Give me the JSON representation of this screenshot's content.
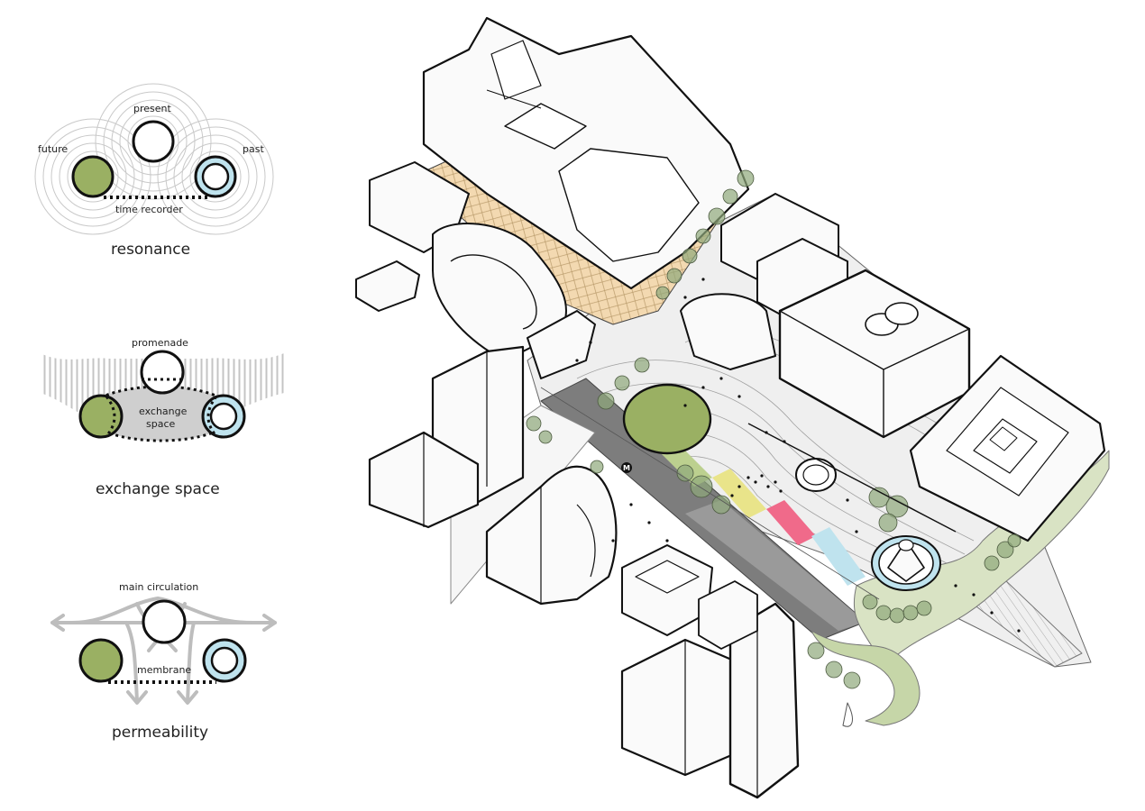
{
  "diagrams": {
    "resonance": {
      "caption": "resonance",
      "labels": {
        "present": "present",
        "future": "future",
        "past": "past",
        "recorder": "time recorder"
      }
    },
    "exchange": {
      "caption": "exchange space",
      "labels": {
        "promenade": "promenade",
        "exchange_line1": "exchange",
        "exchange_line2": "space"
      }
    },
    "permeability": {
      "caption": "permeability",
      "labels": {
        "circulation": "main circulation",
        "membrane": "membrane"
      }
    }
  },
  "map": {
    "metro_mark": "M"
  },
  "colors": {
    "green": "#9ab063",
    "light_blue": "#bfe3ee",
    "orange": "#f3d9b1",
    "gray_fill": "#cfcfcf",
    "hatch": "#c8c8c8",
    "line": "#111111",
    "tree": "#8fa87a",
    "road_dark": "#7d7d7d"
  }
}
